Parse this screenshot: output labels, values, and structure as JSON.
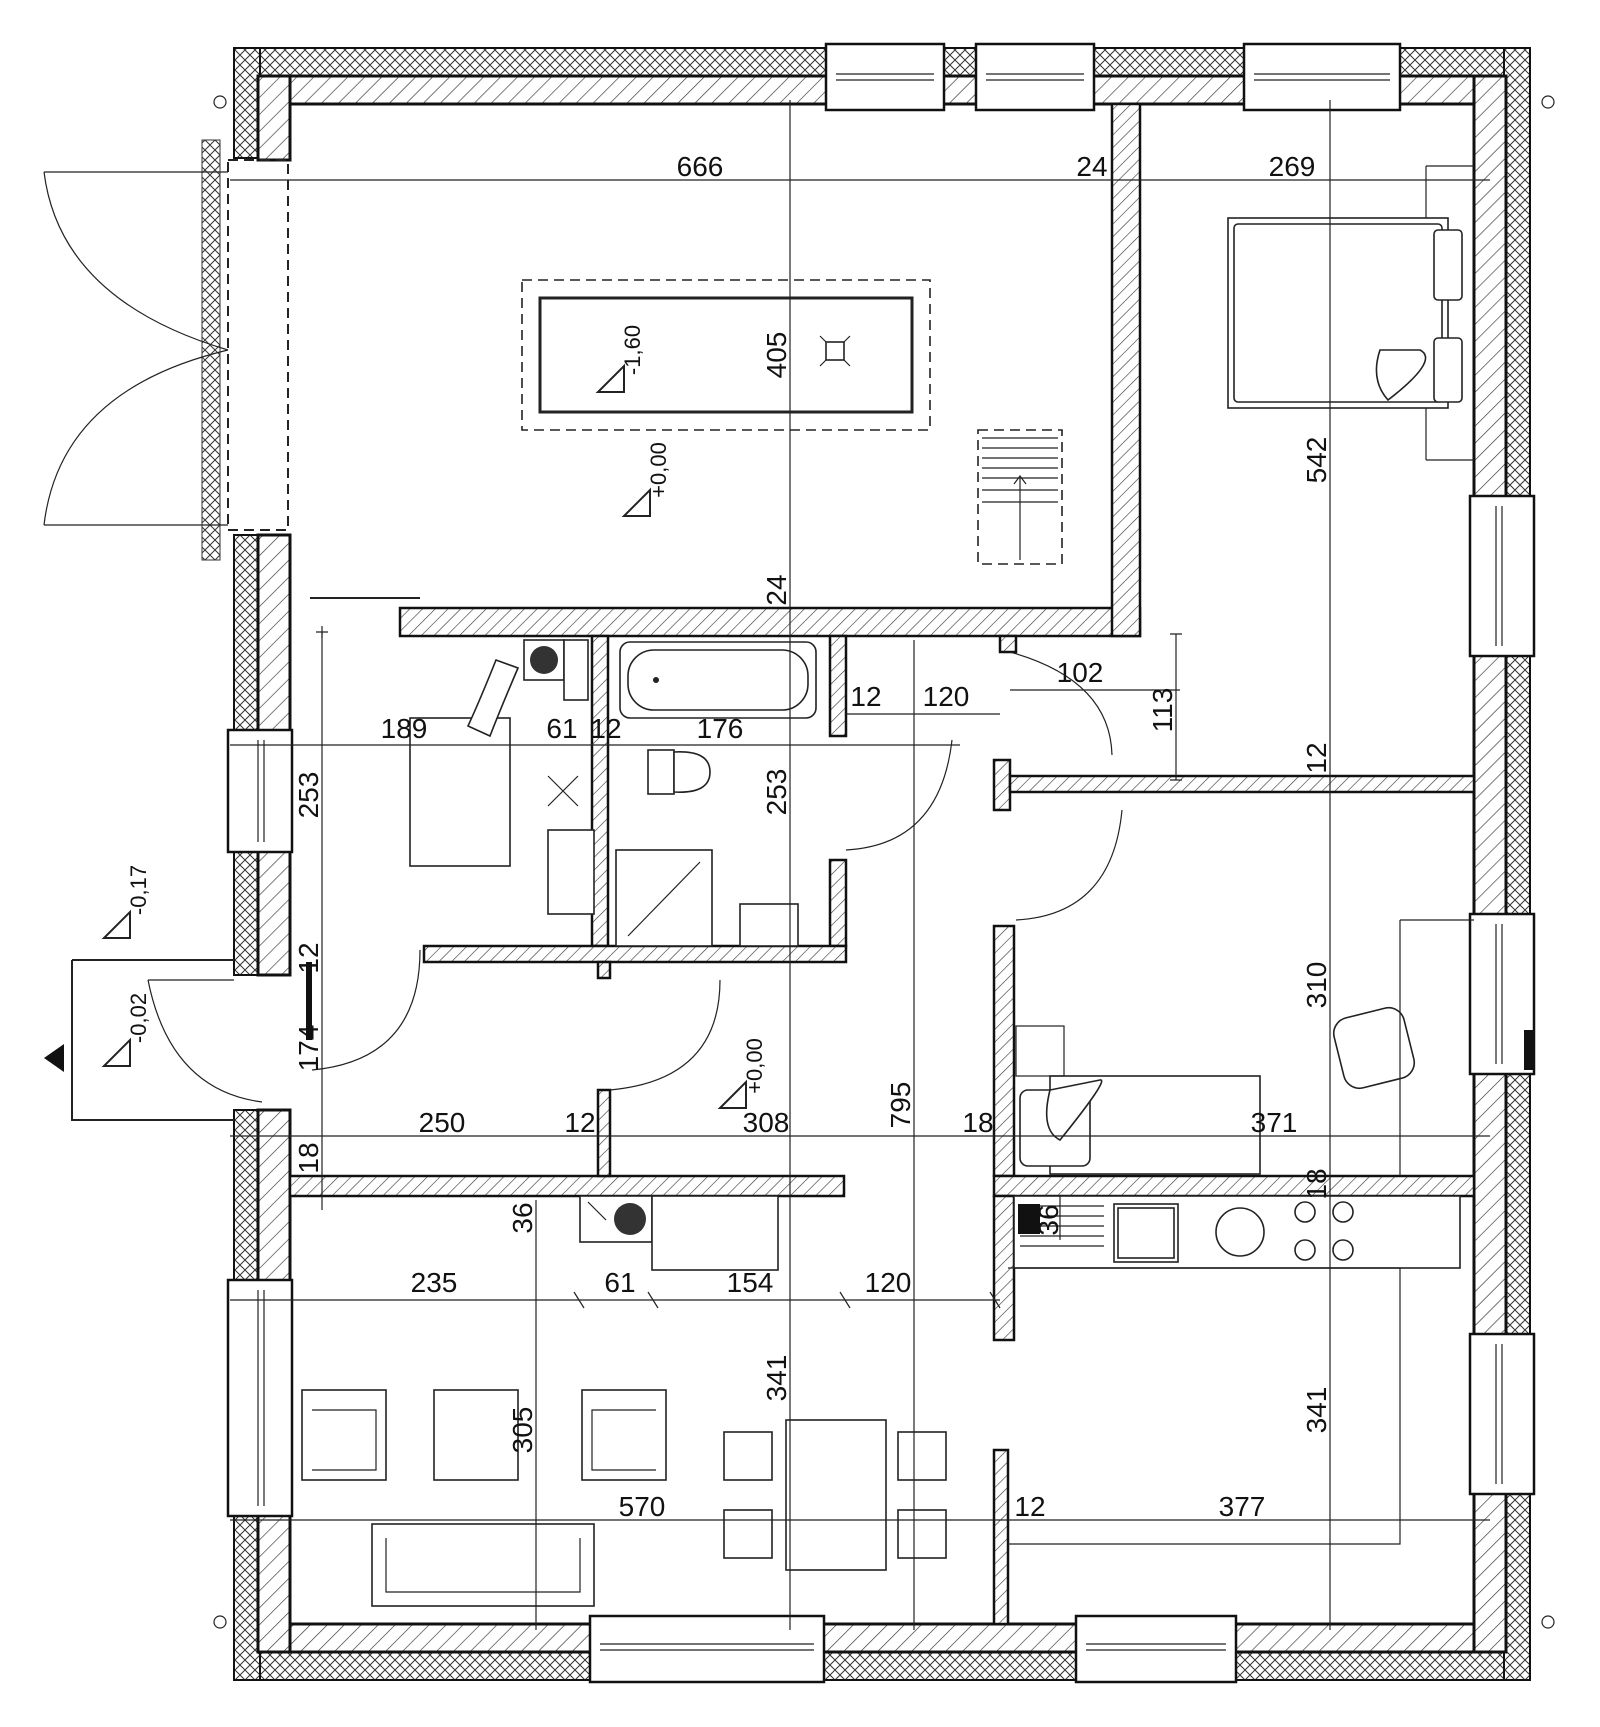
{
  "dimensions": {
    "d666": "666",
    "d24a": "24",
    "d269": "269",
    "d405": "405",
    "d542": "542",
    "d24b": "24",
    "d189": "189",
    "d61a": "61",
    "d12a": "12",
    "d176": "176",
    "d12b": "12",
    "d120a": "120",
    "d102": "102",
    "d113": "113",
    "d12c": "12",
    "d253a": "253",
    "d253b": "253",
    "d310": "310",
    "d12d": "12",
    "d174": "174",
    "d250": "250",
    "d12e": "12",
    "d308": "308",
    "d795": "795",
    "d18a": "18",
    "d371": "371",
    "d18b": "18",
    "d18c": "18",
    "d36a": "36",
    "d36b": "36",
    "d235": "235",
    "d61b": "61",
    "d154": "154",
    "d120b": "120",
    "d341a": "341",
    "d341b": "341",
    "d305": "305",
    "d570": "570",
    "d12f": "12",
    "d377": "377"
  },
  "levels": {
    "pit": "-1,60",
    "garage": "+0,00",
    "hall": "+0,00",
    "terrace": "-0,17",
    "entry": "-0,02"
  }
}
